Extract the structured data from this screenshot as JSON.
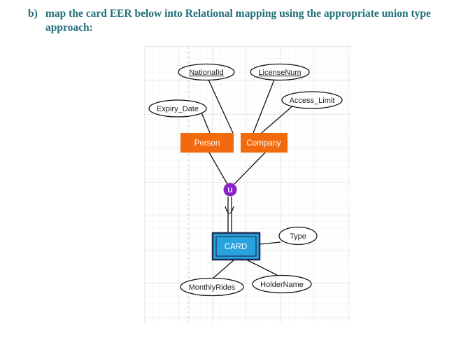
{
  "question": {
    "marker": "b)",
    "text": "map the card EER below into Relational mapping using the appropriate union type approach:"
  },
  "diagram": {
    "attributes": {
      "national_id": "NationalId",
      "license_num": "LicenseNum",
      "expiry_date": "Expiry_Date",
      "access_limit": "Access_Limit",
      "type": "Type",
      "monthly_rides": "MonthlyRides",
      "holder_name": "HolderName"
    },
    "entities": {
      "person": "Person",
      "company": "Company",
      "card": "CARD"
    },
    "union_symbol": "U",
    "colors": {
      "superclass_fill": "#f26a0e",
      "subclass_fill": "#29a3de",
      "subclass_border": "#1b2f55",
      "union_fill": "#8b21c9",
      "grid": "#e1e1e1",
      "question_text": "#1f6f7a"
    }
  }
}
